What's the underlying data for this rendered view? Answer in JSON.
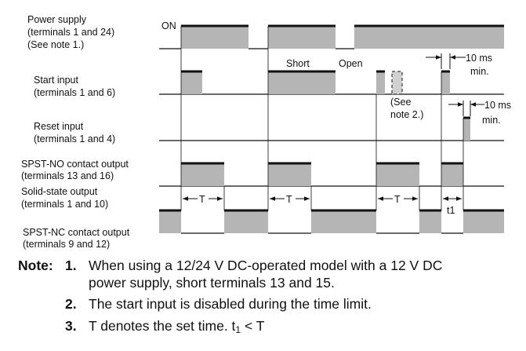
{
  "signals": {
    "power": {
      "line1": "Power supply",
      "line2": "(terminals 1 and 24)",
      "line3": "(See note 1.)"
    },
    "start": {
      "line1": "Start input",
      "line2": "(terminals 1 and 6)"
    },
    "reset": {
      "line1": "Reset input",
      "line2": "(terminals 1 and 4)"
    },
    "spst_no": {
      "line1": "SPST-NO contact output",
      "line2": "(terminals 13 and 16)"
    },
    "solid_state": {
      "line1": "Solid-state output",
      "line2": "(terminals 1 and 10)"
    },
    "spst_nc": {
      "line1": "SPST-NC contact output",
      "line2": "(terminals 9 and 12)"
    }
  },
  "annotations": {
    "on": "ON",
    "short": "Short",
    "open": "Open",
    "ten_ms_a": "10 ms",
    "min_a": "min.",
    "ten_ms_b": "10 ms",
    "min_b": "min.",
    "see": "(See",
    "note2": "note 2.)",
    "t1": "T",
    "t2": "T",
    "t3": "T",
    "t_one": "t1"
  },
  "notes": {
    "title": "Note:",
    "n1_num": "1.",
    "n1_line1": "When using a 12/24 V DC-operated model with a 12 V DC",
    "n1_line2": "power supply, short terminals 13 and 15.",
    "n2_num": "2.",
    "n2_text": "The start input is disabled during the time limit.",
    "n3_num": "3.",
    "n3_text_a": "T denotes the set time. t",
    "n3_sub": "1",
    "n3_text_b": " < T"
  }
}
